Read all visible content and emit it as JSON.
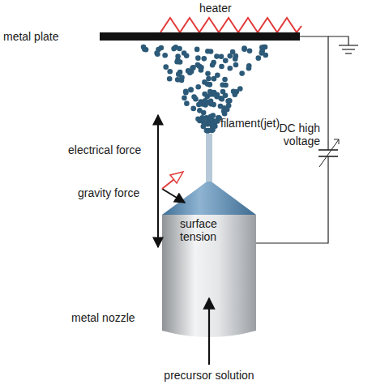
{
  "diagram": {
    "labels": [
      "heater",
      "metal plate",
      "filament(jet)",
      "electrical force",
      "DC high voltage",
      "gravity force",
      "surface tension",
      "metal nozzle",
      "precursor solution"
    ]
  }
}
